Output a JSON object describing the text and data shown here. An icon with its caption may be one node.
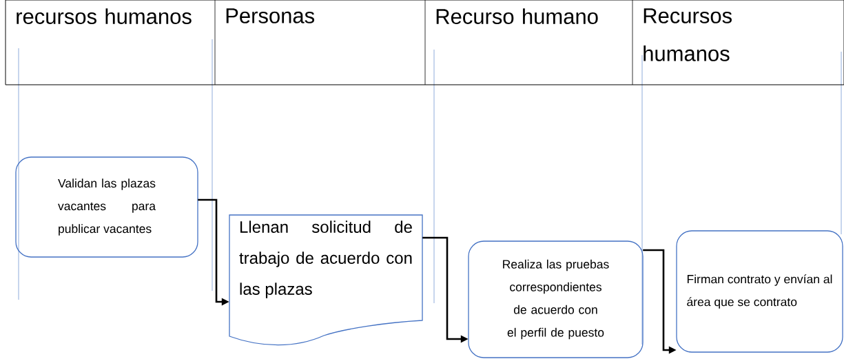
{
  "diagram": {
    "nodes": [
      {
        "text": [
          "Validan las plazas vacantes para publicar vacantes"
        ]
      },
      {
        "text": [
          "Llenan solicitud de trabajo de acuerdo con las plazas"
        ]
      },
      {
        "text": [
          "Realiza las pruebas correspondientes de acuerdo con el perfil de puesto"
        ]
      },
      {
        "text": [
          "Firman contrato y envían al área que se contrato"
        ]
      }
    ],
    "edges": [
      {
        "from": 0,
        "to": 1,
        "arrow": "to"
      },
      {
        "from": 1,
        "to": 2,
        "arrow": "to"
      },
      {
        "from": 2,
        "to": 3,
        "arrow": "to"
      }
    ],
    "labels": [
      "recursos humanos",
      "Personas",
      "Recurso humano",
      "Recursos humanos"
    ]
  }
}
